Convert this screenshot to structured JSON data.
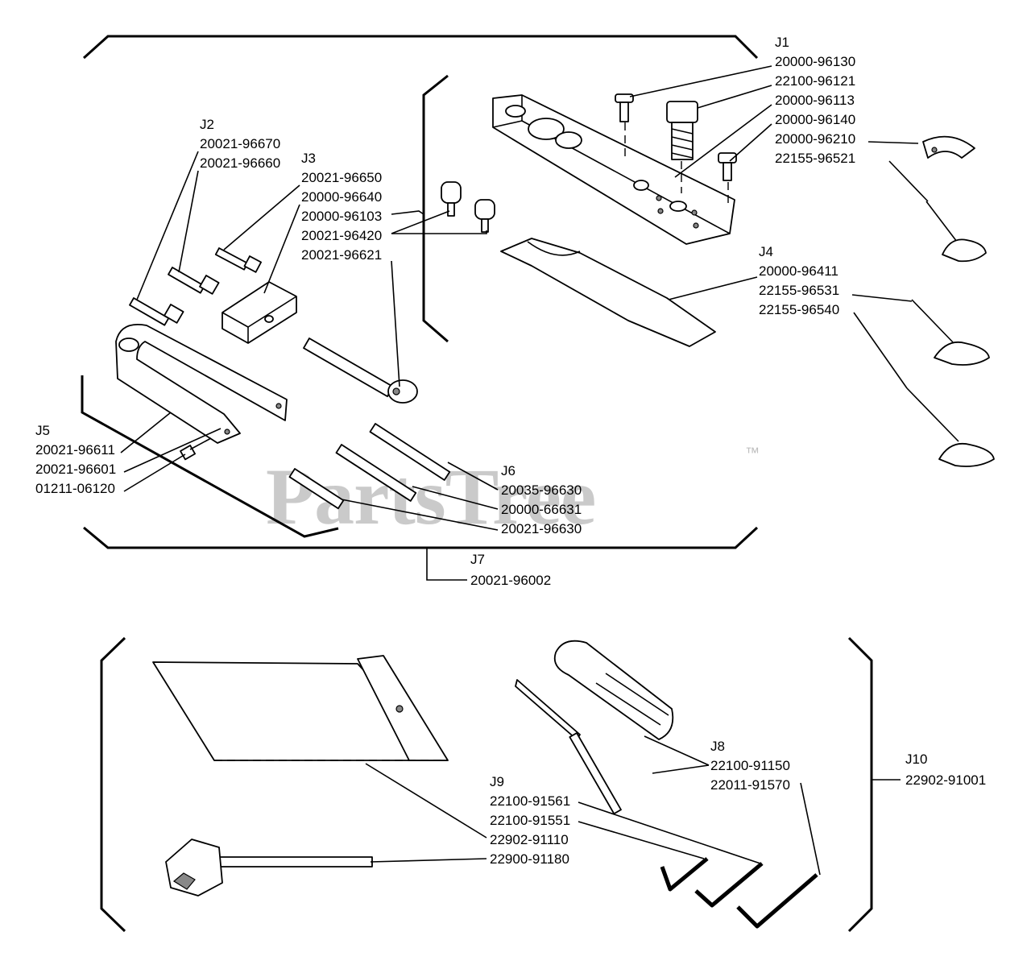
{
  "watermark": {
    "brand": "PartsTree",
    "trademark": "™"
  },
  "groups": {
    "J1": {
      "code": "J1",
      "parts": [
        "20000-96130",
        "22100-96121",
        "20000-96113",
        "20000-96140",
        "20000-96210",
        "22155-96521"
      ]
    },
    "J2": {
      "code": "J2",
      "parts": [
        "20021-96670",
        "20021-96660"
      ]
    },
    "J3": {
      "code": "J3",
      "parts": [
        "20021-96650",
        "20000-96640",
        "20000-96103",
        "20021-96420",
        "20021-96621"
      ]
    },
    "J4": {
      "code": "J4",
      "parts": [
        "20000-96411",
        "22155-96531",
        "22155-96540"
      ]
    },
    "J5": {
      "code": "J5",
      "parts": [
        "20021-96611",
        "20021-96601",
        "01211-06120"
      ]
    },
    "J6": {
      "code": "J6",
      "parts": [
        "20035-96630",
        "20000-66631",
        "20021-96630"
      ]
    },
    "J7": {
      "code": "J7",
      "parts": [
        "20021-96002"
      ]
    },
    "J8": {
      "code": "J8",
      "parts": [
        "22100-91150",
        "22011-91570"
      ]
    },
    "J9": {
      "code": "J9",
      "parts": [
        "22100-91561",
        "22100-91551",
        "22902-91110",
        "22900-91180"
      ]
    },
    "J10": {
      "code": "J10",
      "parts": [
        "22902-91001"
      ]
    }
  }
}
